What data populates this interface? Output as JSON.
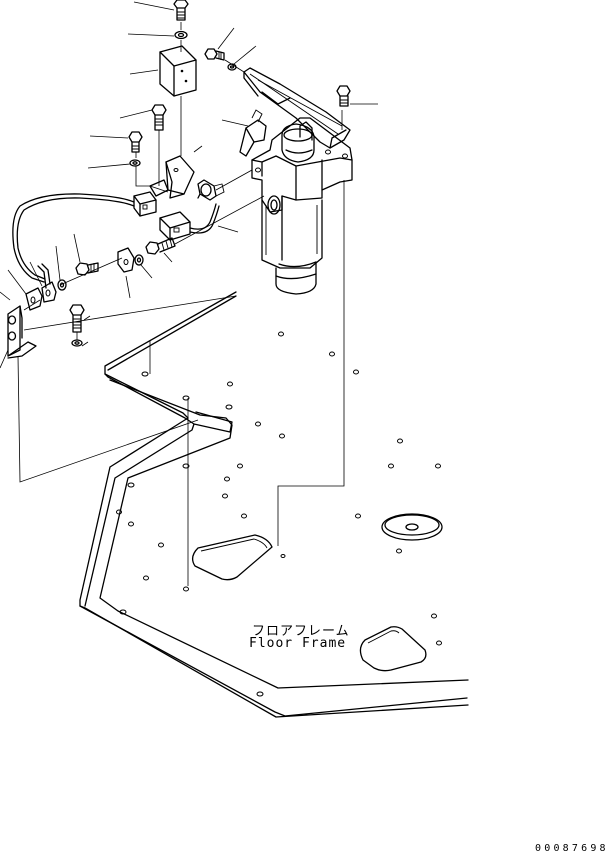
{
  "labels": {
    "floor_frame_ja": "フロアフレーム",
    "floor_frame_en": "Floor Frame"
  },
  "drawing_number": "00087698",
  "colors": {
    "line": "#000000",
    "background": "#ffffff"
  }
}
